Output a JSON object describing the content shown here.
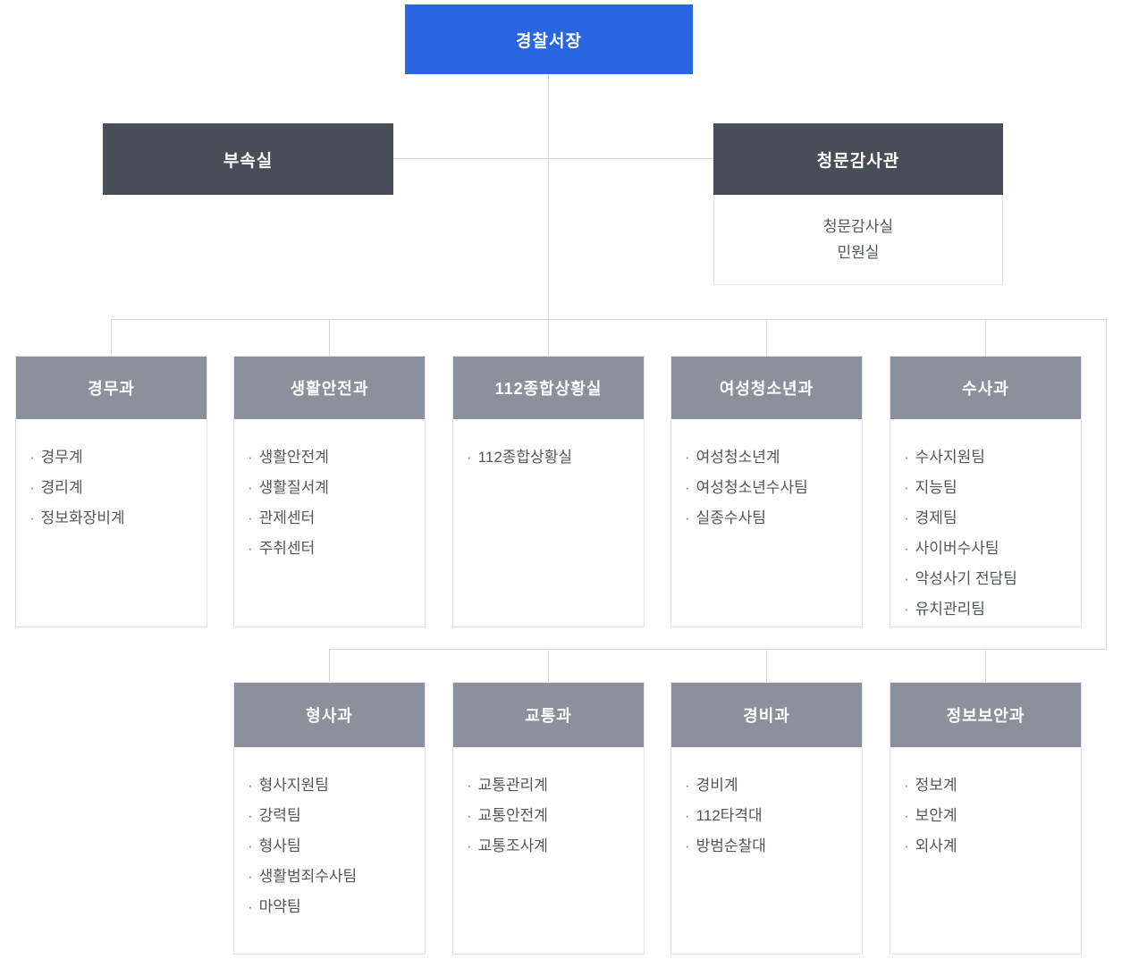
{
  "chart": {
    "type": "org-chart",
    "root": {
      "label": "경찰서장"
    },
    "annex": {
      "label": "부속실"
    },
    "audit": {
      "label": "청문감사관",
      "items": [
        "청문감사실",
        "민원실"
      ]
    },
    "level3": [
      {
        "label": "경무과",
        "items": [
          "경무계",
          "경리계",
          "정보화장비계"
        ]
      },
      {
        "label": "생활안전과",
        "items": [
          "생활안전계",
          "생활질서계",
          "관제센터",
          "주취센터"
        ]
      },
      {
        "label": "112종합상황실",
        "items": [
          "112종합상황실"
        ]
      },
      {
        "label": "여성청소년과",
        "items": [
          "여성청소년계",
          "여성청소년수사팀",
          "실종수사팀"
        ]
      },
      {
        "label": "수사과",
        "items": [
          "수사지원팀",
          "지능팀",
          "경제팀",
          "사이버수사팀",
          "악성사기 전담팀",
          "유치관리팀"
        ]
      }
    ],
    "level4": [
      {
        "label": "형사과",
        "items": [
          "형사지원팀",
          "강력팀",
          "형사팀",
          "생활범죄수사팀",
          "마약팀"
        ]
      },
      {
        "label": "교통과",
        "items": [
          "교통관리계",
          "교통안전계",
          "교통조사계"
        ]
      },
      {
        "label": "경비과",
        "items": [
          "경비계",
          "112타격대",
          "방범순찰대"
        ]
      },
      {
        "label": "정보보안과",
        "items": [
          "정보계",
          "보안계",
          "외사계"
        ]
      }
    ],
    "bullet": "·",
    "colors": {
      "root_bg": "#2b66e2",
      "level2_bg": "#484d57",
      "dept_header_bg": "#8a919d",
      "header_text": "#ffffff",
      "body_text": "#51565e",
      "border": "#e2e2e2",
      "connector": "#d7d7d7"
    }
  }
}
